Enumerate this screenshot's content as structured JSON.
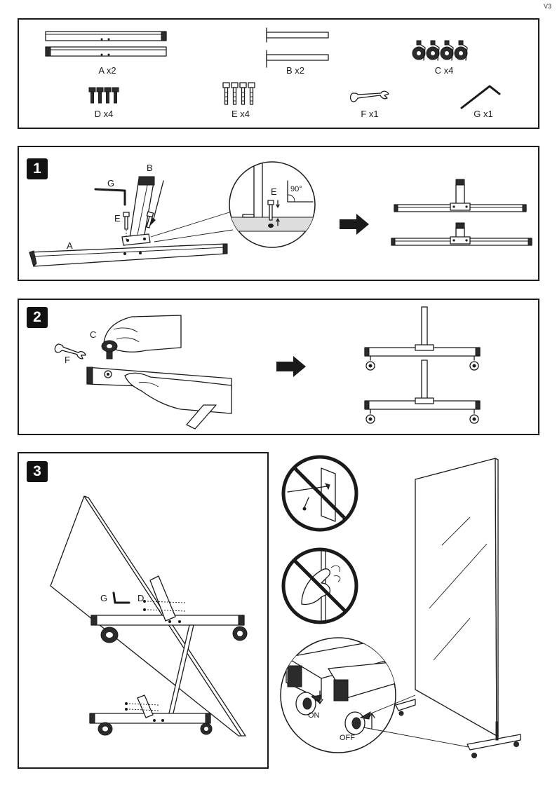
{
  "version": "V3",
  "parts": [
    {
      "id": "A",
      "label": "A x2"
    },
    {
      "id": "B",
      "label": "B x2"
    },
    {
      "id": "C",
      "label": "C x4"
    },
    {
      "id": "D",
      "label": "D x4"
    },
    {
      "id": "E",
      "label": "E x4"
    },
    {
      "id": "F",
      "label": "F x1"
    },
    {
      "id": "G",
      "label": "G x1"
    }
  ],
  "step1": {
    "number": "1",
    "callout_g": "G",
    "callout_b": "B",
    "callout_e": "E",
    "callout_a": "A",
    "detail_e": "E",
    "detail_angle": "90°"
  },
  "step2": {
    "number": "2",
    "callout_c": "C",
    "callout_f": "F"
  },
  "step3": {
    "number": "3",
    "callout_g": "G",
    "callout_d": "D",
    "lock_on": "ON",
    "lock_off": "OFF"
  },
  "icons": {
    "arrow": "arrow-right-icon",
    "no_nail": "no-nail-icon",
    "no_touch": "no-touch-icon"
  }
}
